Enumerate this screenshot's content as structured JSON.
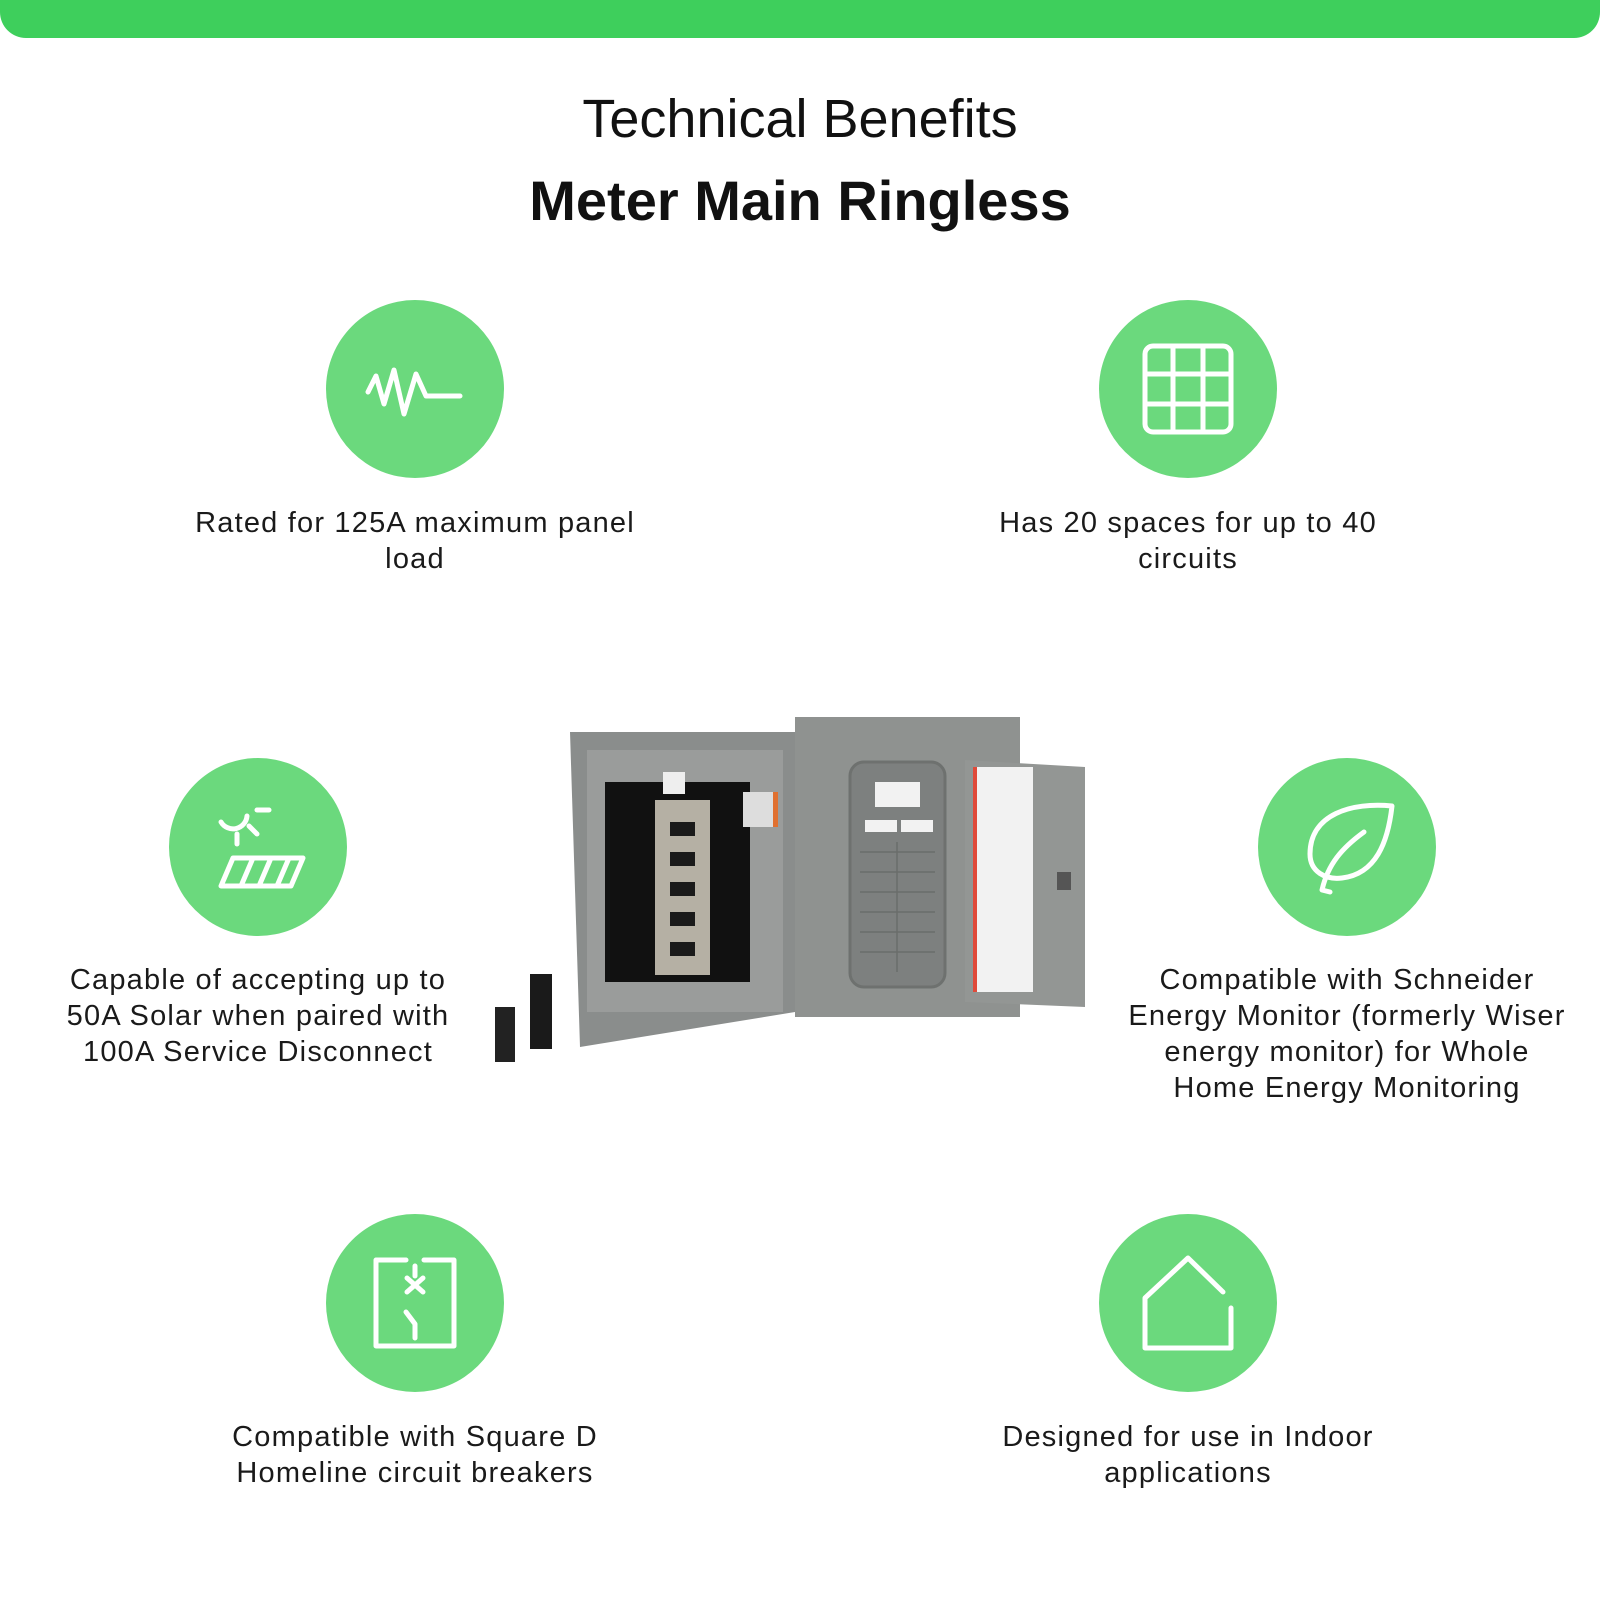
{
  "header": {
    "title": "Technical Benefits",
    "subtitle": "Meter Main Ringless"
  },
  "colors": {
    "accent": "#3ecf5c",
    "icon_bg": "#6bd97d"
  },
  "benefits": [
    {
      "icon": "waveform-icon",
      "text": "Rated for 125A maximum panel load"
    },
    {
      "icon": "grid-icon",
      "text": "Has 20 spaces for up to 40 circuits"
    },
    {
      "icon": "solar-panel-icon",
      "text": "Capable of accepting up to 50A Solar when paired with 100A Service Disconnect"
    },
    {
      "icon": "leaf-icon",
      "text": "Compatible with Schneider Energy Monitor (formerly Wiser energy monitor) for Whole Home Energy Monitoring"
    },
    {
      "icon": "circuit-breaker-icon",
      "text": "Compatible with Square D Homeline circuit breakers"
    },
    {
      "icon": "house-icon",
      "text": "Designed for use in Indoor applications"
    }
  ]
}
